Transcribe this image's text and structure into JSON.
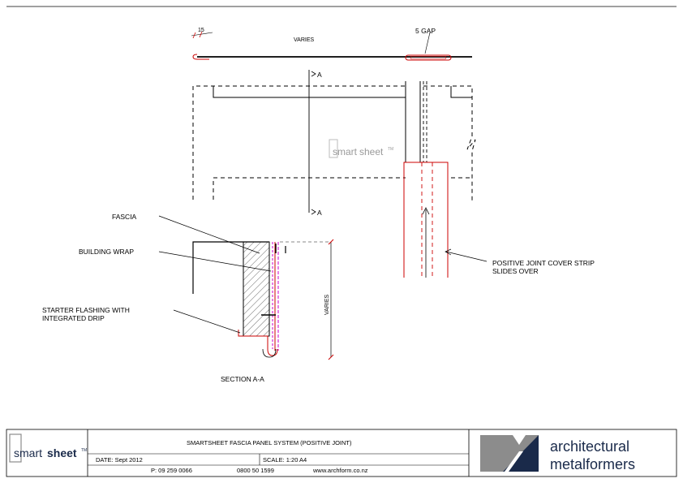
{
  "drawing": {
    "dim_15": "15",
    "dim_varies_top": "VARIES",
    "dim_gap": "5 GAP",
    "section_marker_top": "A",
    "section_marker_bottom": "A",
    "label_fascia": "FASCIA",
    "label_building_wrap": "BUILDING WRAP",
    "label_starter_line1": "STARTER FLASHING WITH",
    "label_starter_line2": "INTEGRATED DRIP",
    "label_section": "SECTION A-A",
    "dim_varies_side": "VARIES",
    "label_joint_line1": "POSITIVE JOINT COVER STRIP",
    "label_joint_line2": "SLIDES OVER",
    "watermark_smart": "smart",
    "watermark_sheet": "sheet",
    "watermark_tm": "TM"
  },
  "title_block": {
    "logo_smart": "smart",
    "logo_sheet": "sheet",
    "logo_tm": "TM",
    "title": "SMARTSHEET FASCIA PANEL SYSTEM (POSITIVE JOINT)",
    "date": "DATE: Sept 2012",
    "scale": "SCALE: 1:20 A4",
    "phone": "P: 09 259 0066",
    "freephone": "0800 50 1599",
    "website": "www.archform.co.nz",
    "company_line1": "architectural",
    "company_line2": "metalformers"
  },
  "colors": {
    "line": "#000000",
    "red": "#cc0000",
    "magenta": "#cc00cc",
    "logo_navy": "#1a2a4a",
    "logo_grey": "#8c8c8c"
  }
}
